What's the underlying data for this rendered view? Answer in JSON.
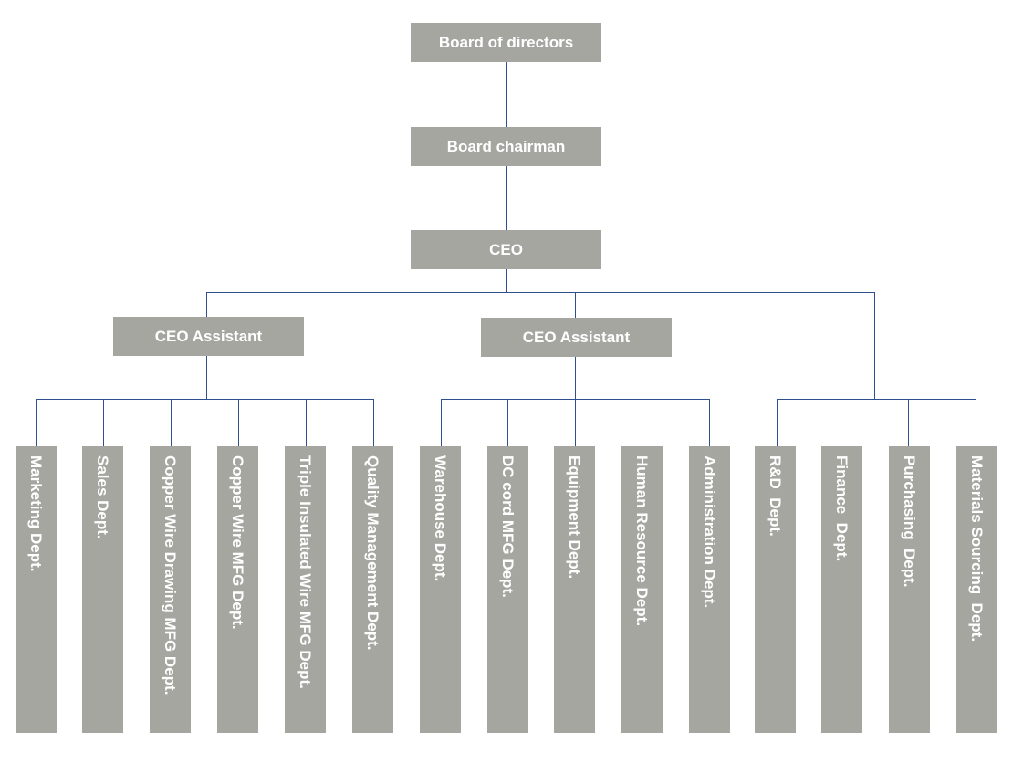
{
  "org_chart": {
    "board_of_directors": "Board of directors",
    "board_chairman": "Board chairman",
    "ceo": "CEO",
    "ceo_assistant_left": "CEO Assistant",
    "ceo_assistant_center": "CEO Assistant",
    "departments_left": [
      "Marketing Dept.",
      "Sales Dept.",
      "Copper Wire Drawing MFG Dept.",
      "Copper Wire MFG Dept.",
      "Triple Insulated Wire MFG Dept.",
      "Quality Management Dept."
    ],
    "departments_center": [
      "Warehouse Dept.",
      "DC cord MFG Dept.",
      "Equipment Dept.",
      "Human Resource Dept.",
      "Administration Dept."
    ],
    "departments_right": [
      "R&D  Dept.",
      "Finance  Dept.",
      "Purchasing  Dept.",
      "Materials Sourcing  Dept."
    ]
  },
  "colors": {
    "box_fill": "#a6a6a1",
    "box_text": "#ffffff",
    "connector": "#2f4f8f",
    "background": "#ffffff"
  }
}
